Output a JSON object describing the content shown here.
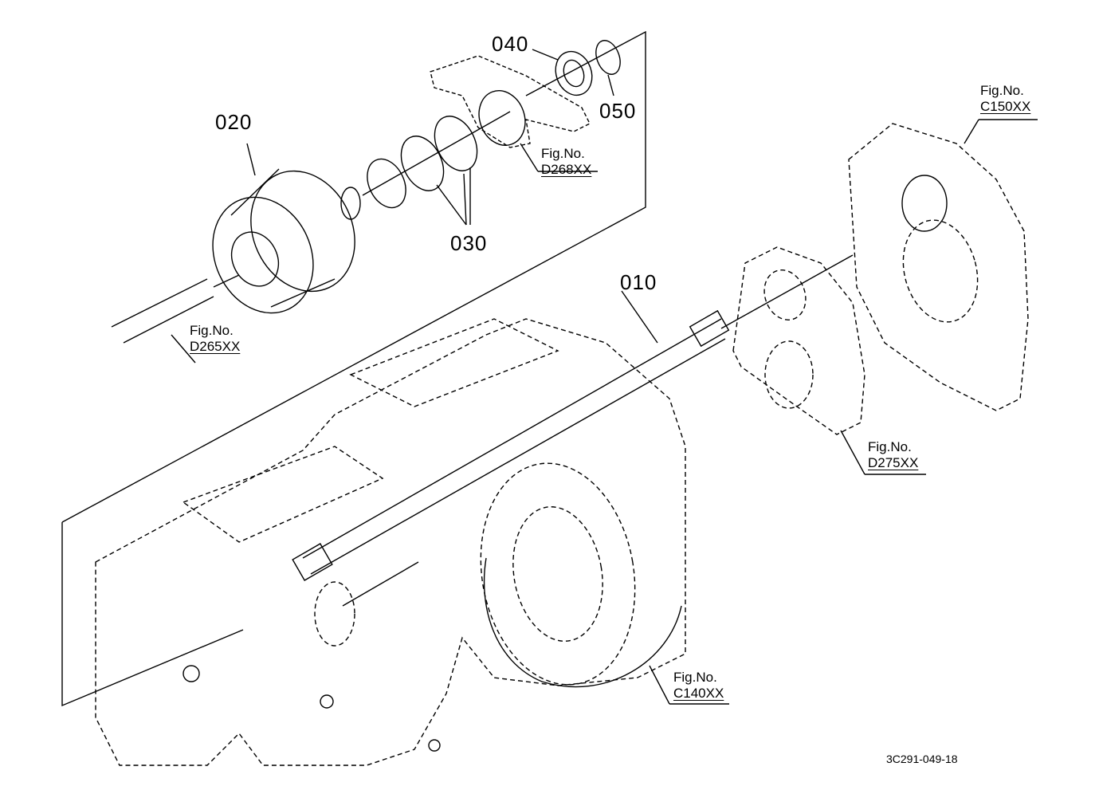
{
  "diagram": {
    "type": "exploded parts diagram",
    "reference_code": "3C291-049-18",
    "part_callouts": [
      {
        "id": "010",
        "label": "010"
      },
      {
        "id": "020",
        "label": "020"
      },
      {
        "id": "030",
        "label": "030"
      },
      {
        "id": "040",
        "label": "040"
      },
      {
        "id": "050",
        "label": "050"
      }
    ],
    "figure_refs": [
      {
        "prefix": "Fig.No.",
        "code": "D268XX"
      },
      {
        "prefix": "Fig.No.",
        "code": "C150XX"
      },
      {
        "prefix": "Fig.No.",
        "code": "D265XX"
      },
      {
        "prefix": "Fig.No.",
        "code": "D275XX"
      },
      {
        "prefix": "Fig.No.",
        "code": "C140XX"
      }
    ]
  }
}
